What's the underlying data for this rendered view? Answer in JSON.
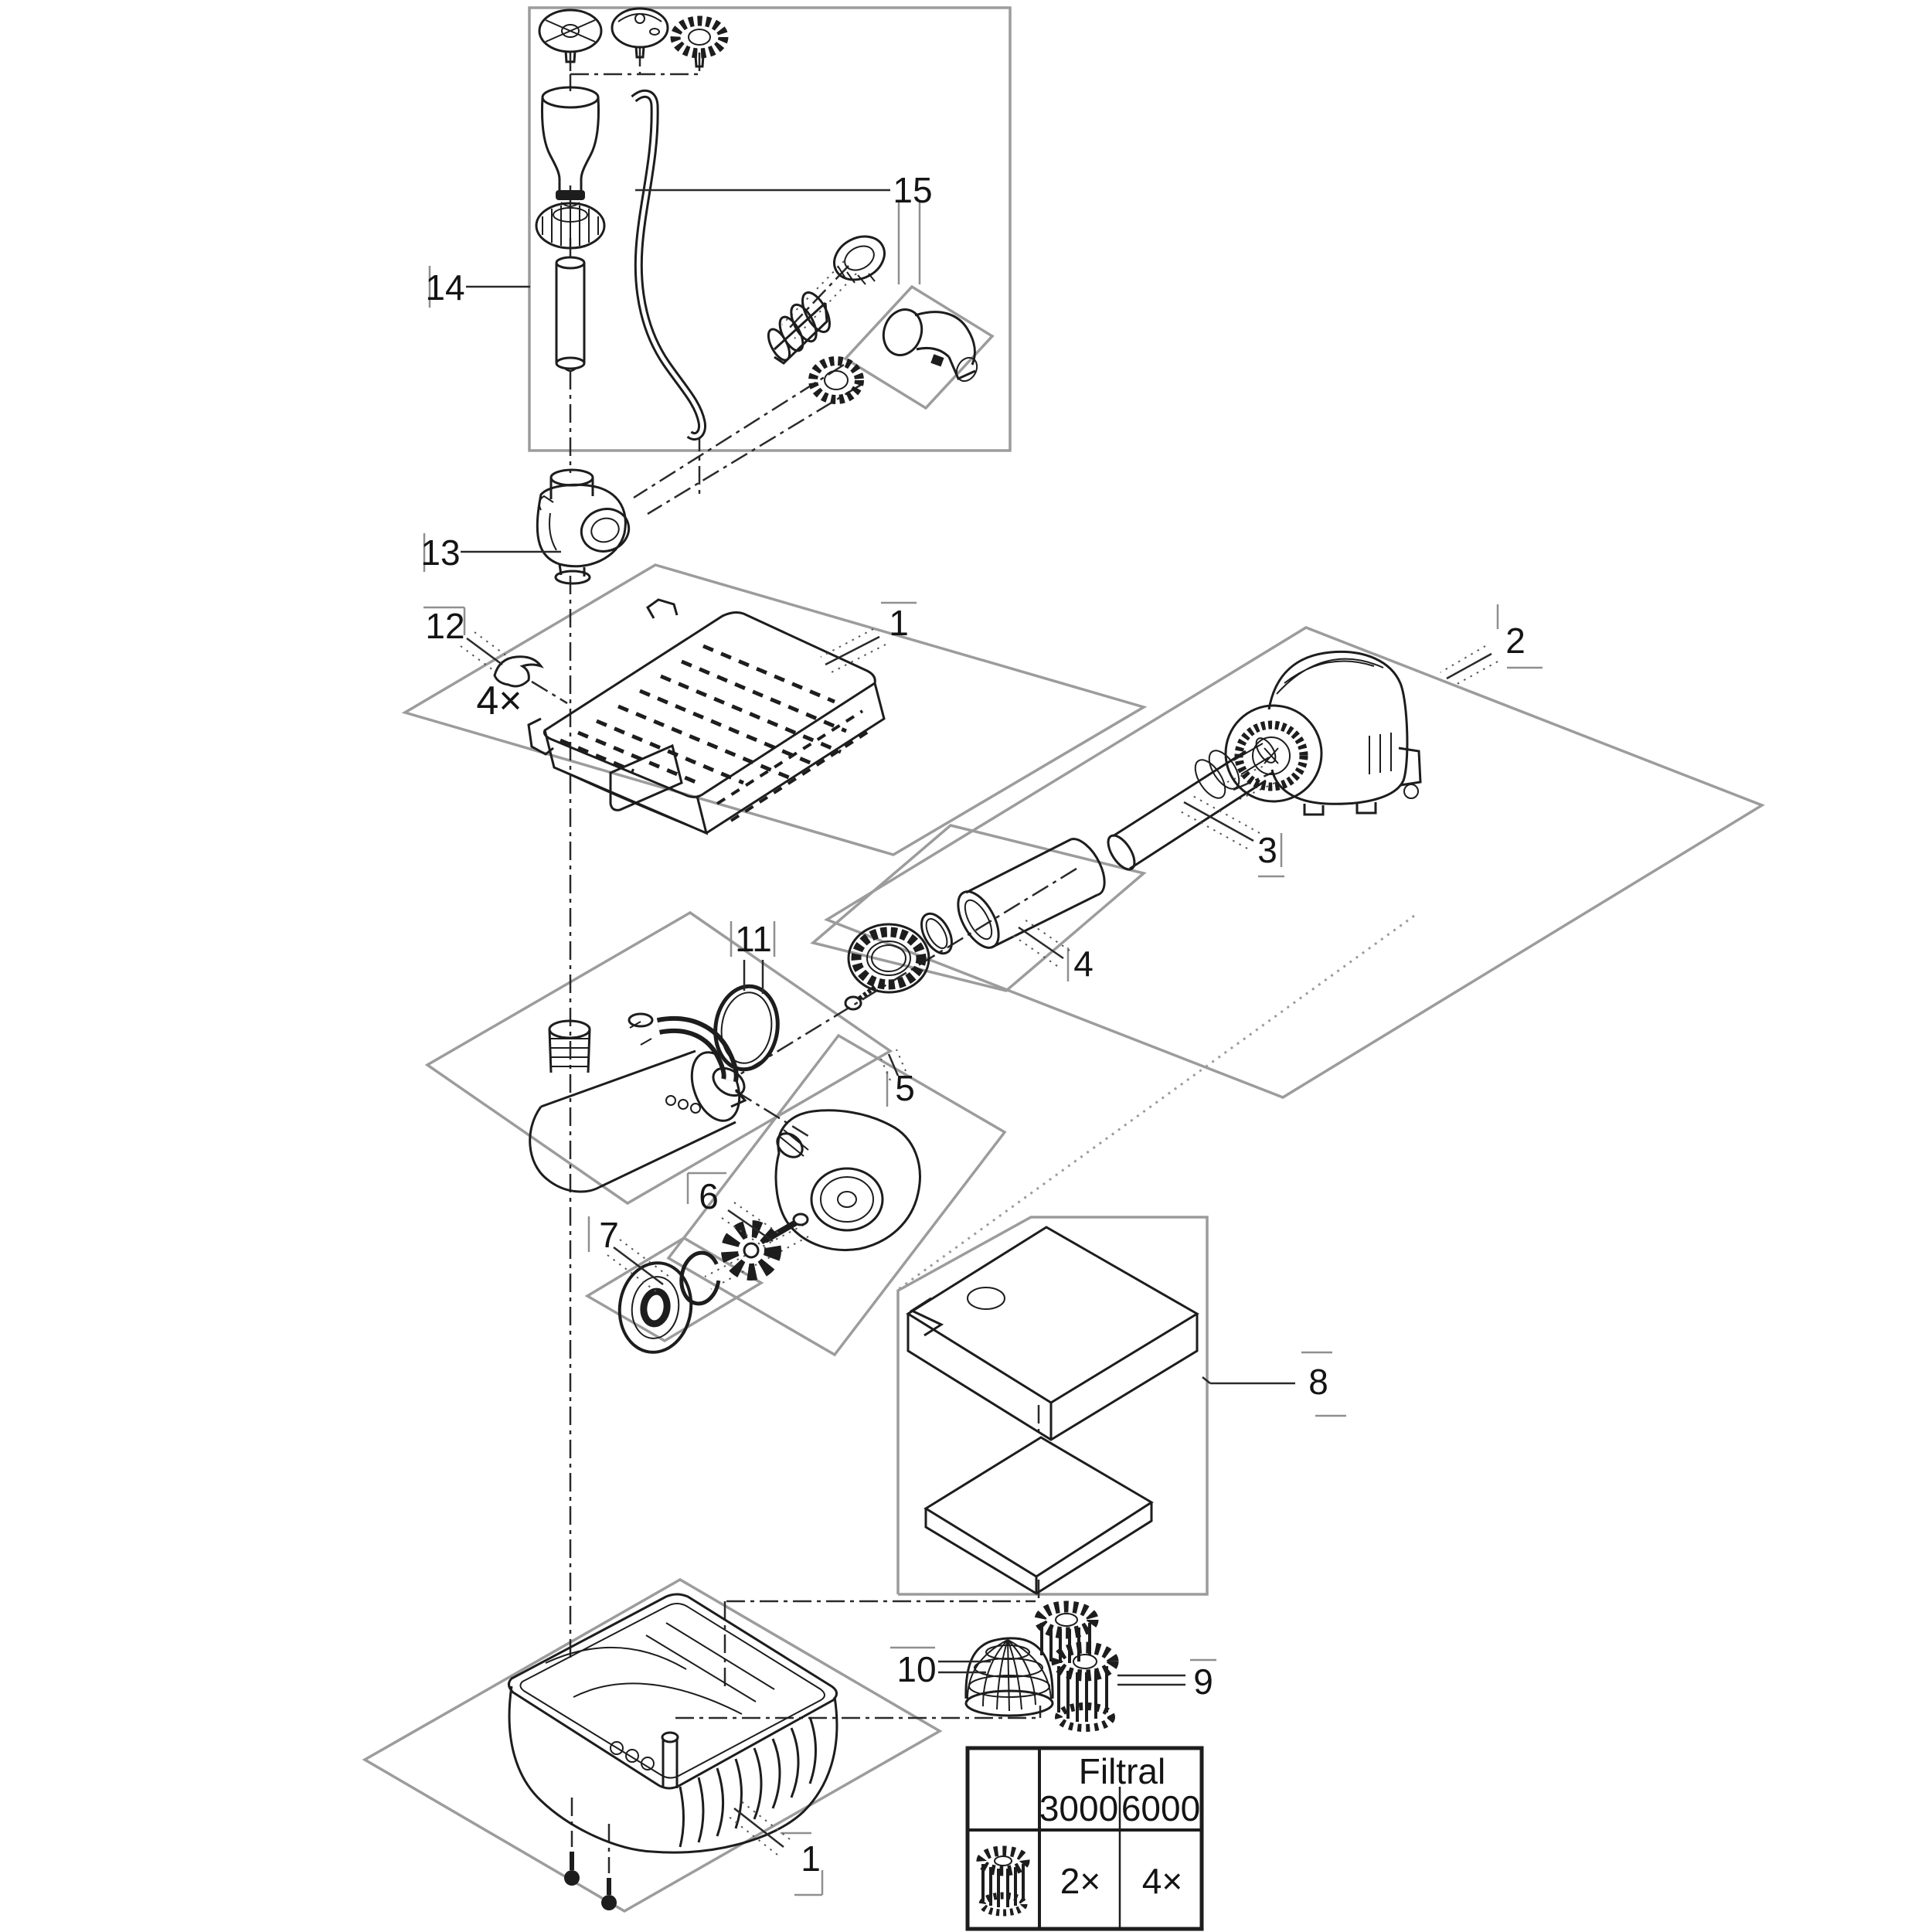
{
  "labels": {
    "l14": "14",
    "l15": "15",
    "l13": "13",
    "l12": "12",
    "l12_qty": "4×",
    "l1_top": "1",
    "l2": "2",
    "l3": "3",
    "l4": "4",
    "l11": "11",
    "l5": "5",
    "l6": "6",
    "l7": "7",
    "l8": "8",
    "l10": "10",
    "l9": "9",
    "l1_bottom": "1"
  },
  "table": {
    "header": "Filtral",
    "models": [
      "3000",
      "6000"
    ],
    "row": {
      "icon": "bio-media-cylinder-icon",
      "qty": [
        "2×",
        "4×"
      ]
    }
  },
  "colors": {
    "line": "#1d1d1d",
    "frame_gray": "#9c9c9c",
    "text": "#141414",
    "background": "#ffffff"
  }
}
